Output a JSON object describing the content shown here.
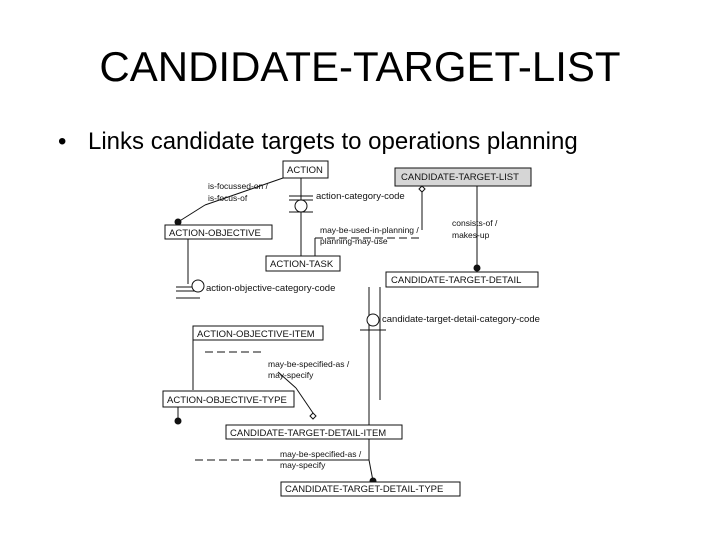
{
  "slide": {
    "title": "CANDIDATE-TARGET-LIST",
    "bullet_marker": "•",
    "bullet_text": "Links candidate targets to operations planning"
  },
  "diagram": {
    "entities": {
      "action": "ACTION",
      "candidate_target_list": "CANDIDATE-TARGET-LIST",
      "action_objective": "ACTION-OBJECTIVE",
      "action_task": "ACTION-TASK",
      "candidate_target_detail": "CANDIDATE-TARGET-DETAIL",
      "action_objective_item": "ACTION-OBJECTIVE-ITEM",
      "action_objective_type": "ACTION-OBJECTIVE-TYPE",
      "candidate_target_detail_item": "CANDIDATE-TARGET-DETAIL-ITEM",
      "candidate_target_detail_type": "CANDIDATE-TARGET-DETAIL-TYPE"
    },
    "category_codes": {
      "action": "action-category-code",
      "action_objective": "action-objective-category-code",
      "candidate_target_detail": "candidate-target-detail-category-code"
    },
    "relationships": {
      "is_focussed_on": "is-focussed-on /",
      "is_focus_of": "is-focus-of",
      "may_be_used_in_planning": "may-be-used-in-planning /",
      "planning_may_use": "planning-may-use",
      "consists_of": "consists-of /",
      "makes_up": "makes-up",
      "aoi_may_be_specified_as": "may-be-specified-as /",
      "aoi_may_specify": "may-specify",
      "ctdi_may_be_specified_as": "may-be-specified-as /",
      "ctdi_may_specify": "may-specify"
    },
    "colors": {
      "line": "#111111",
      "ctl_header_fill": "#d6d6d6",
      "background": "#ffffff"
    }
  }
}
